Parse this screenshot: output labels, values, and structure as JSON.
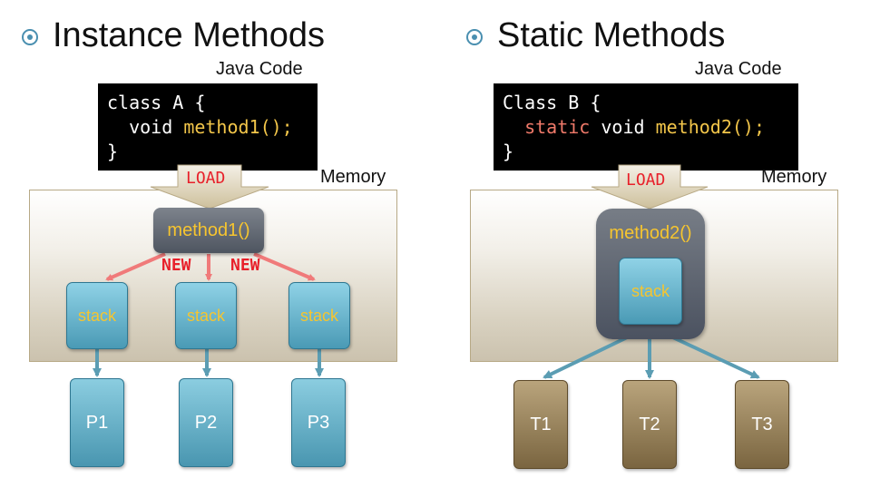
{
  "left": {
    "title": "Instance Methods",
    "java_code_caption": "Java Code",
    "code": {
      "line1": "class A {",
      "line2_kw": "void ",
      "line2_method": "method1();",
      "line3": "}"
    },
    "load_label": "LOAD",
    "memory_caption": "Memory",
    "method_box": "method1()",
    "new_labels": [
      "NEW",
      "NEW"
    ],
    "stacks": [
      "stack",
      "stack",
      "stack"
    ],
    "processes": [
      "P1",
      "P2",
      "P3"
    ]
  },
  "right": {
    "title": "Static Methods",
    "java_code_caption": "Java Code",
    "code": {
      "line1": "Class B {",
      "line2_static": "static",
      "line2_kw": " void ",
      "line2_method": "method2();",
      "line3": "}"
    },
    "load_label": "LOAD",
    "memory_caption": "Memory",
    "method_box": "method2()",
    "stack": "stack",
    "threads": [
      "T1",
      "T2",
      "T3"
    ]
  },
  "colors": {
    "method_text": "#f6c52f",
    "new_arrow": "#f07a7a",
    "new_text": "#e8202a",
    "link_arrow": "#5b9db3"
  }
}
